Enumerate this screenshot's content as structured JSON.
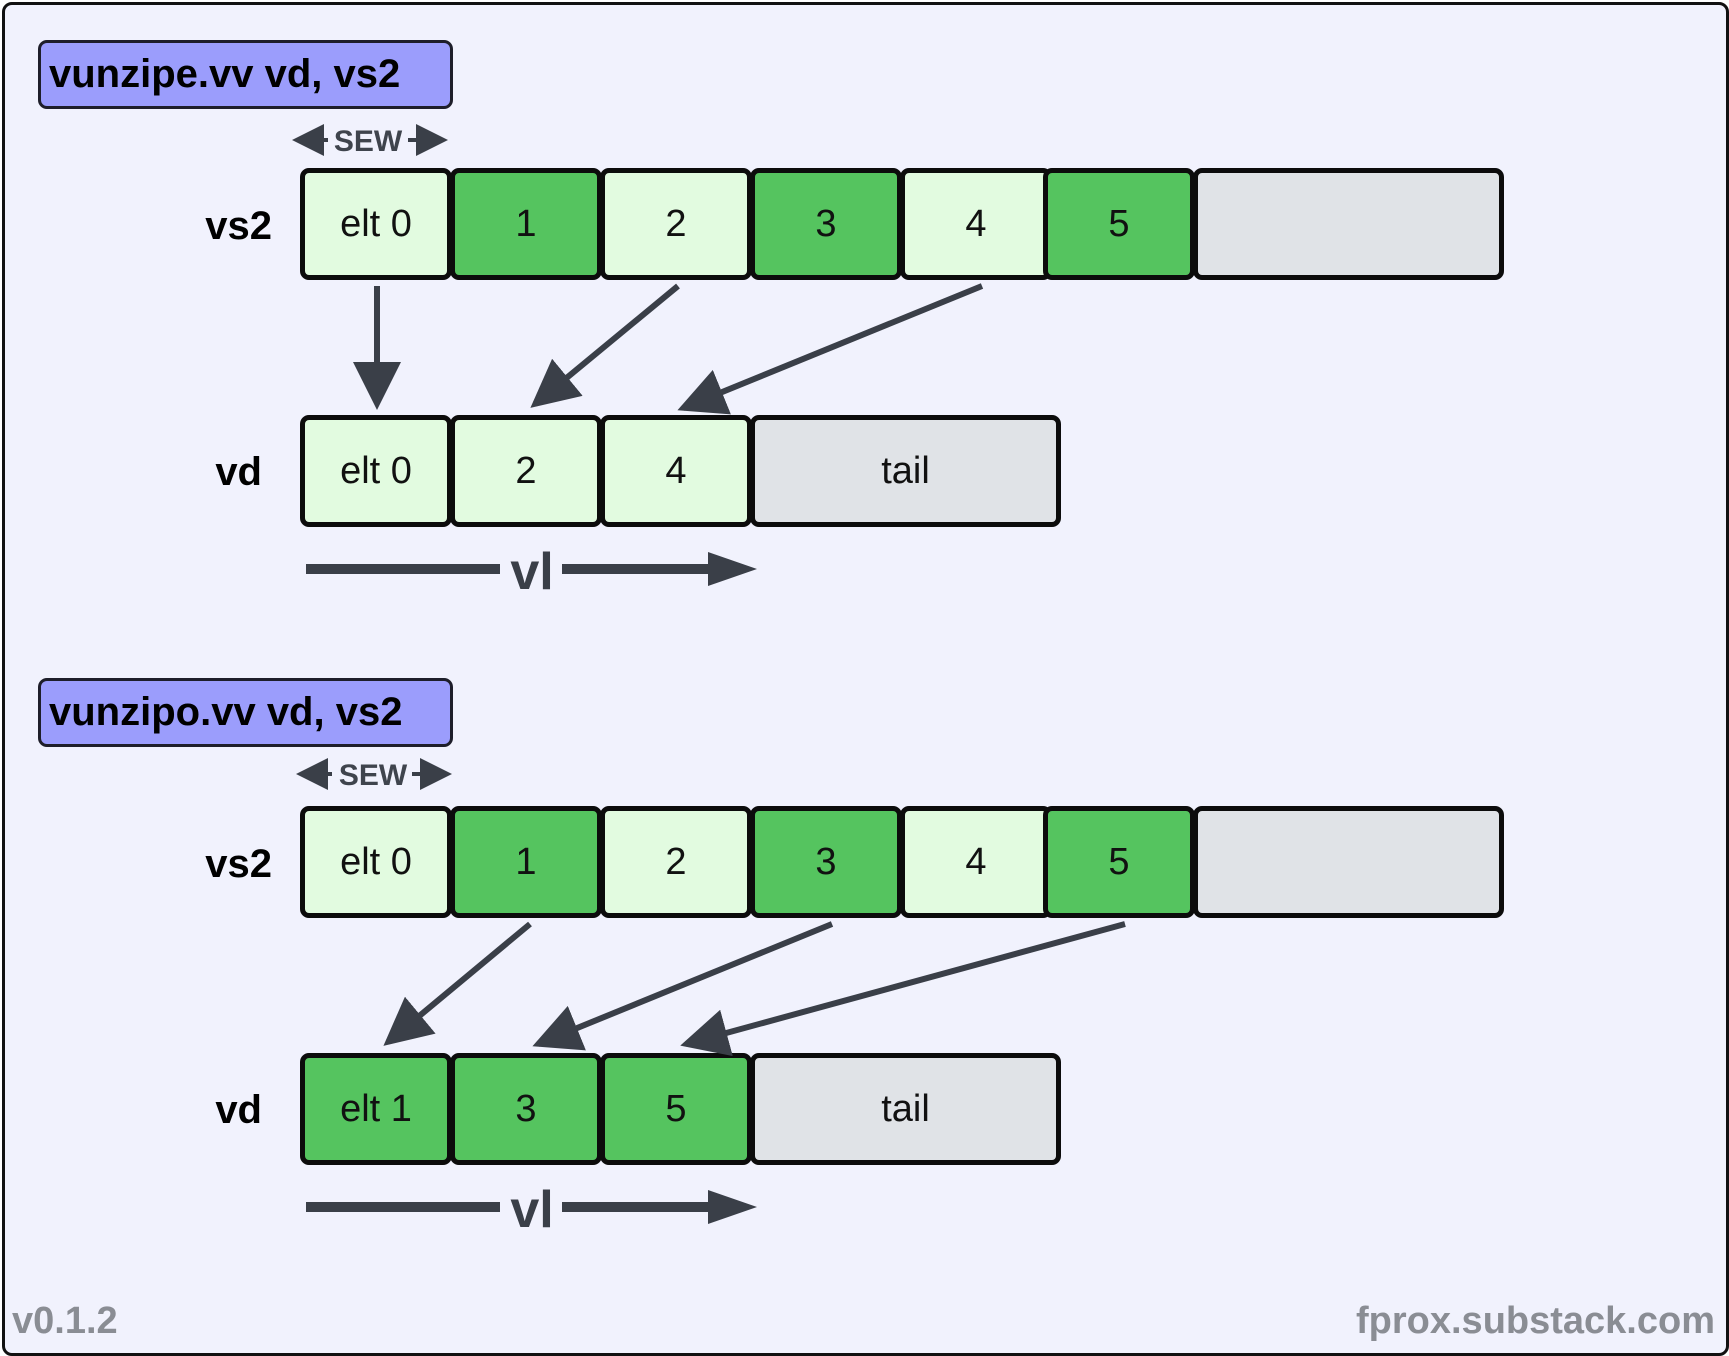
{
  "colors": {
    "background": "#f1f2fd",
    "title_fill": "#9b9dfc",
    "even_fill": "#e2fbe0",
    "odd_fill": "#55c45f",
    "tail_fill": "#e0e3e7",
    "arrow": "#3a3f48"
  },
  "top_panel": {
    "title": "vunzipe.vv vd, vs2",
    "sew_label": "SEW",
    "vs2_label": "vs2",
    "vd_label": "vd",
    "vs2_cells": [
      "elt 0",
      "1",
      "2",
      "3",
      "4",
      "5",
      ""
    ],
    "vd_cells": [
      "elt 0",
      "2",
      "4",
      "tail"
    ],
    "vl_label": "vl"
  },
  "bottom_panel": {
    "title": "vunzipo.vv vd, vs2",
    "sew_label": "SEW",
    "vs2_label": "vs2",
    "vd_label": "vd",
    "vs2_cells": [
      "elt 0",
      "1",
      "2",
      "3",
      "4",
      "5",
      ""
    ],
    "vd_cells": [
      "elt 1",
      "3",
      "5",
      "tail"
    ],
    "vl_label": "vl"
  },
  "footer": {
    "version": "v0.1.2",
    "site": "fprox.substack.com"
  }
}
